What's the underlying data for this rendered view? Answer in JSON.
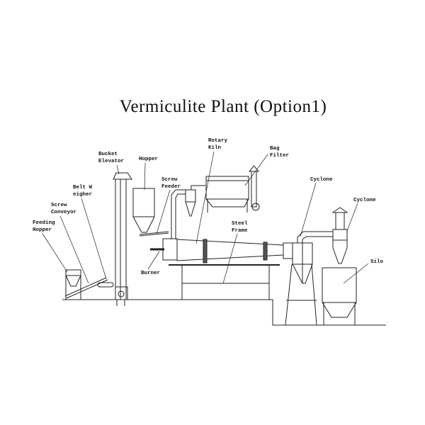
{
  "title": "Vermiculite Plant (Option1)",
  "labels": {
    "feeding_hopper": [
      "Feeding",
      "Hopper"
    ],
    "screw_conveyor": [
      "Screw",
      "Conveyor"
    ],
    "belt_weigher": [
      "Belt W",
      "eigher"
    ],
    "bucket_elevator": [
      "Bucket",
      "Elevator"
    ],
    "hopper": "Hopper",
    "screw_feeder": [
      "Screw",
      "Feeder"
    ],
    "burner": "Burner",
    "rotary_kiln": [
      "Rotary",
      "Kiln"
    ],
    "bag_filter": [
      "Bag",
      "Filter"
    ],
    "steel_frame": [
      "Steel",
      "Frame"
    ],
    "cyclone_1": "Cyclone",
    "cyclone_2": "Cyclone",
    "silo": "Silo"
  }
}
